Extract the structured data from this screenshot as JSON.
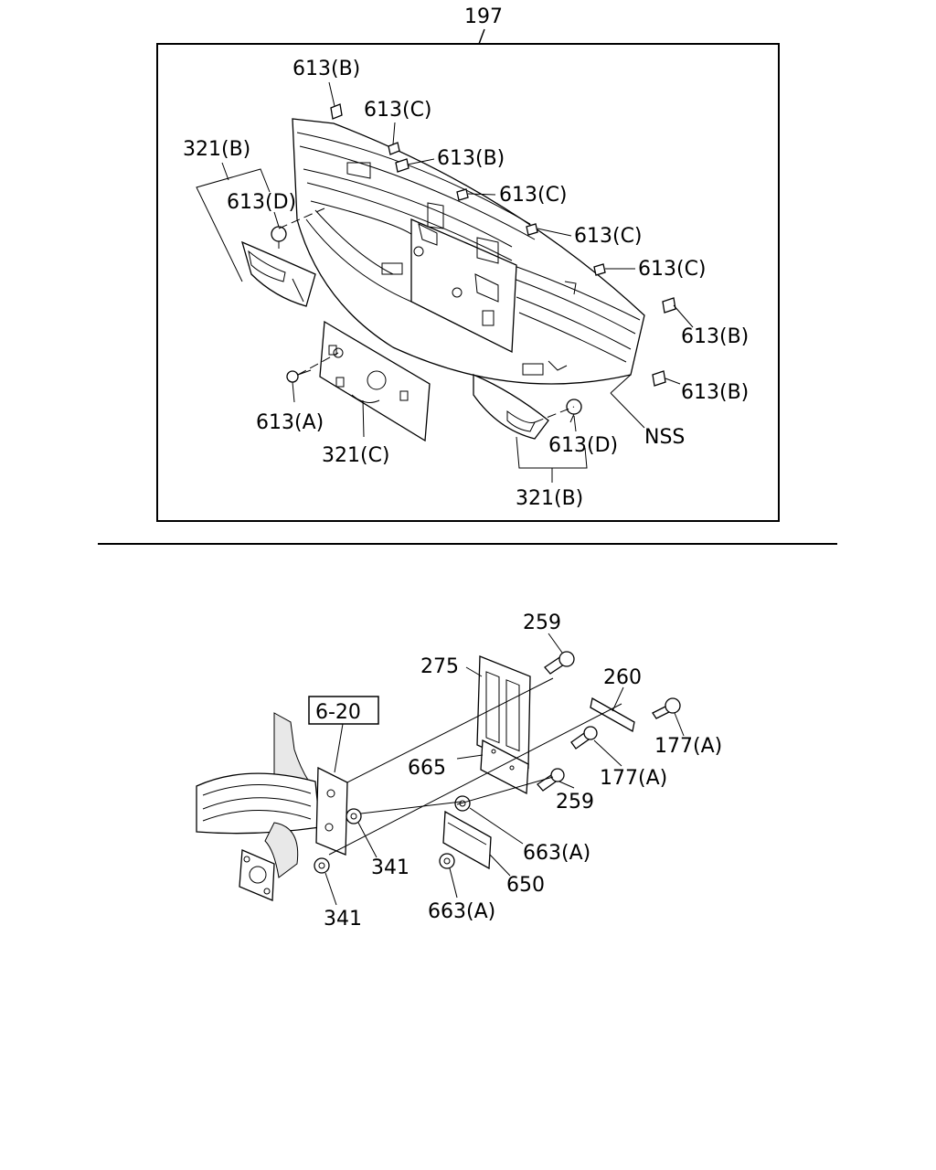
{
  "top_assembly": {
    "group_label": "197",
    "labels": {
      "l613b_1": "613(B)",
      "l613c_1": "613(C)",
      "l613b_2": "613(B)",
      "l321b_1": "321(B)",
      "l613d_1": "613(D)",
      "l613c_2": "613(C)",
      "l613c_3": "613(C)",
      "l613c_4": "613(C)",
      "l613b_3": "613(B)",
      "l613b_4": "613(B)",
      "l613a": "613(A)",
      "l321c": "321(C)",
      "lnss": "NSS",
      "l613d_2": "613(D)",
      "l321b_2": "321(B)"
    }
  },
  "bottom_assembly": {
    "ref_box": "6-20",
    "labels": {
      "l259_1": "259",
      "l275": "275",
      "l260": "260",
      "l177a_1": "177(A)",
      "l665": "665",
      "l177a_2": "177(A)",
      "l259_2": "259",
      "l663a_1": "663(A)",
      "l341_1": "341",
      "l650": "650",
      "l341_2": "341",
      "l663a_2": "663(A)"
    }
  }
}
